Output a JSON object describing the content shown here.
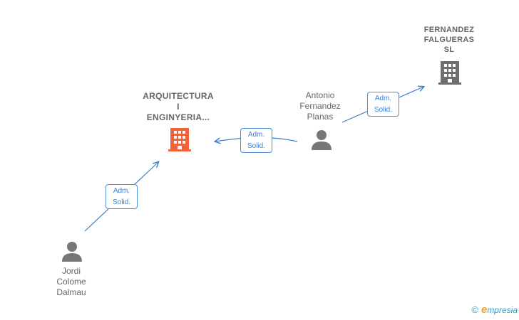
{
  "nodes": {
    "company_main": {
      "name": "ARQUITECTURA\nI\nENGINYERIA...",
      "color": "#f0643c"
    },
    "company_other": {
      "name": "FERNANDEZ\nFALGUERAS\nSL",
      "color": "#6e6e6e"
    },
    "person_antonio": {
      "name": "Antonio\nFernandez\nPlanas"
    },
    "person_jordi": {
      "name": "Jordi\nColome\nDalmau"
    }
  },
  "edges": [
    {
      "id": "antonio-to-main",
      "role_line1": "Adm.",
      "role_line2": "Solid."
    },
    {
      "id": "antonio-to-other",
      "role_line1": "Adm.",
      "role_line2": "Solid."
    },
    {
      "id": "jordi-to-main",
      "role_line1": "Adm.",
      "role_line2": "Solid."
    }
  ],
  "footer": {
    "copyright_symbol": "©",
    "brand_initial": "e",
    "brand_rest": "mpresia"
  },
  "colors": {
    "edge": "#3a7fd0",
    "person_icon": "#777777",
    "label_text": "#666666"
  }
}
